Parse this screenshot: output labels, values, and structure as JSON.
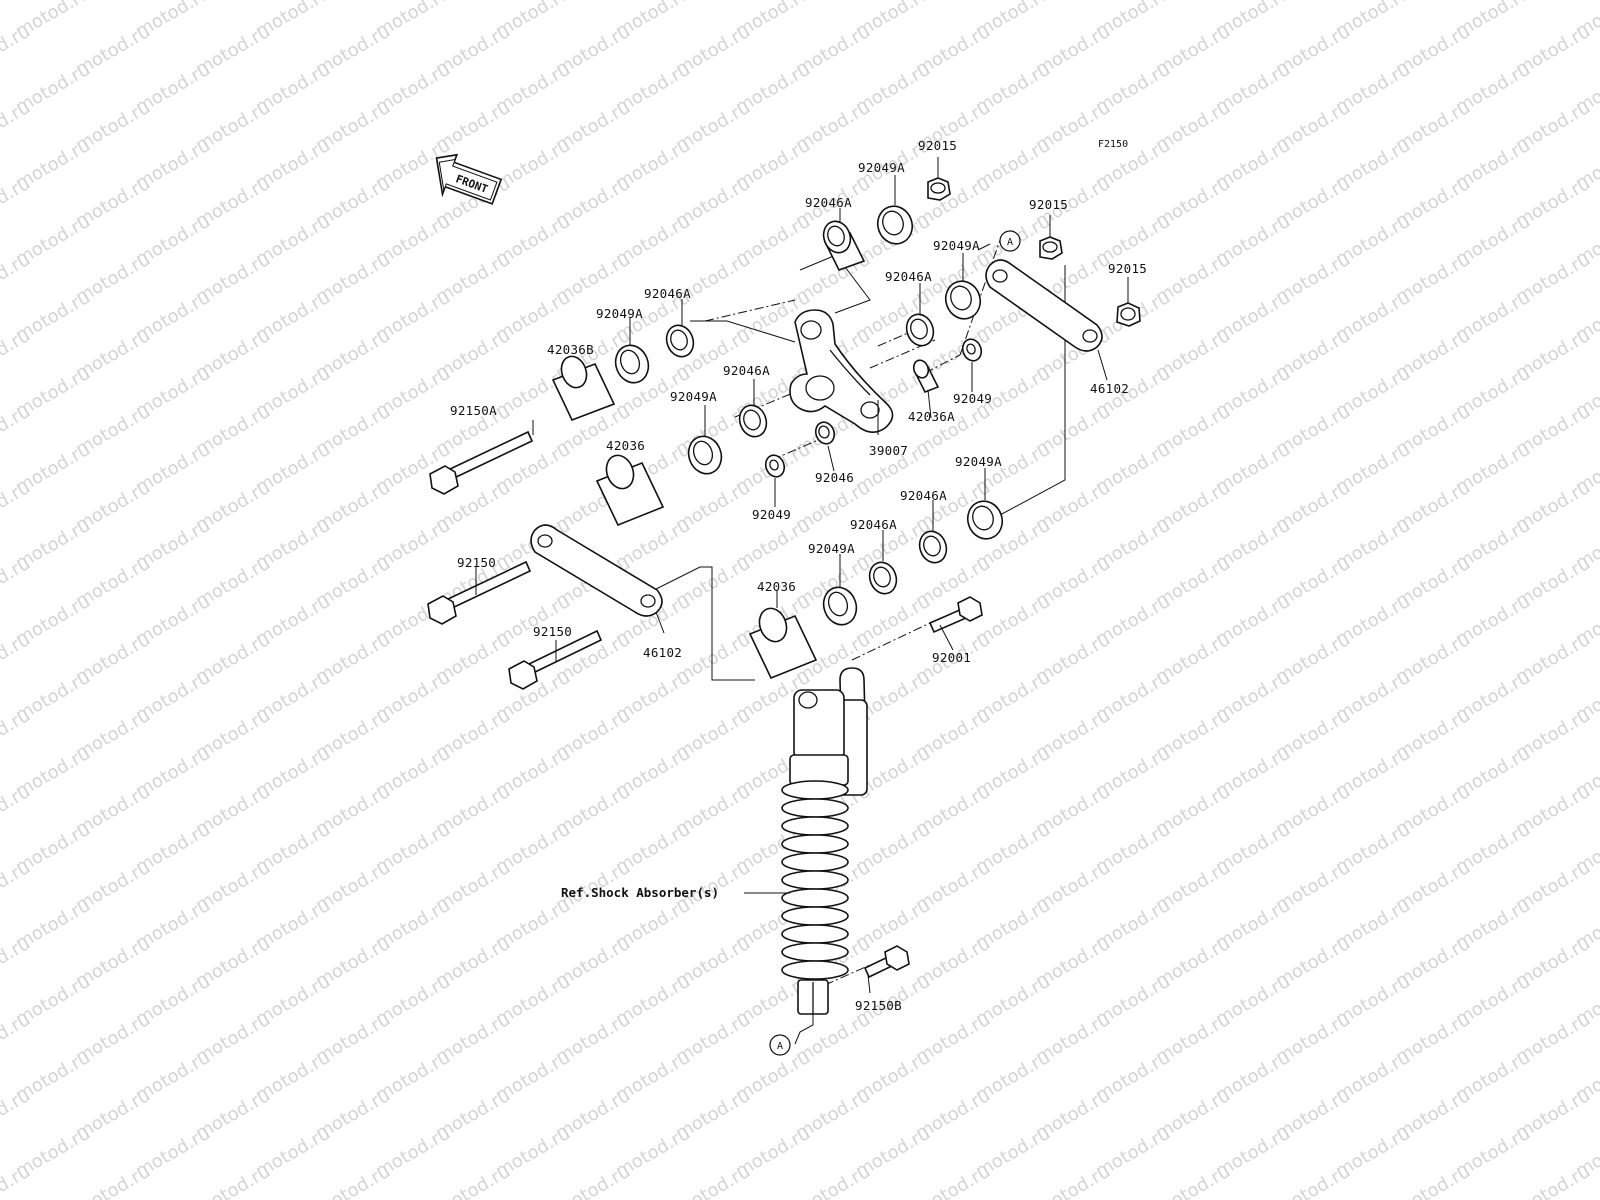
{
  "watermark": "motod.ru",
  "figure_code": "F2150",
  "front_arrow": "FRONT",
  "ref_label": "Ref.Shock Absorber(s)",
  "callout_a": "A",
  "parts": {
    "p92015_1": "92015",
    "p92049A_1": "92049A",
    "p92046A_1": "92046A",
    "p92015_2": "92015",
    "p92049A_2": "92049A",
    "p92015_3": "92015",
    "p92046A_2": "92046A",
    "p92046A_3": "92046A",
    "p92049A_3": "92049A",
    "p42036B": "42036B",
    "p92150A": "92150A",
    "p92046A_4": "92046A",
    "p92049A_4": "92049A",
    "p42036": "42036",
    "p39007": "39007",
    "p42036A": "42036A",
    "p92049_1": "92049",
    "p46102_1": "46102",
    "p92046": "92046",
    "p92049_2": "92049",
    "p92049A_5": "92049A",
    "p92046A_5": "92046A",
    "p92046A_6": "92046A",
    "p92049A_6": "92049A",
    "p92150_1": "92150",
    "p42036_2": "42036",
    "p92150_2": "92150",
    "p46102_2": "46102",
    "p92001": "92001",
    "p92150B": "92150B"
  }
}
